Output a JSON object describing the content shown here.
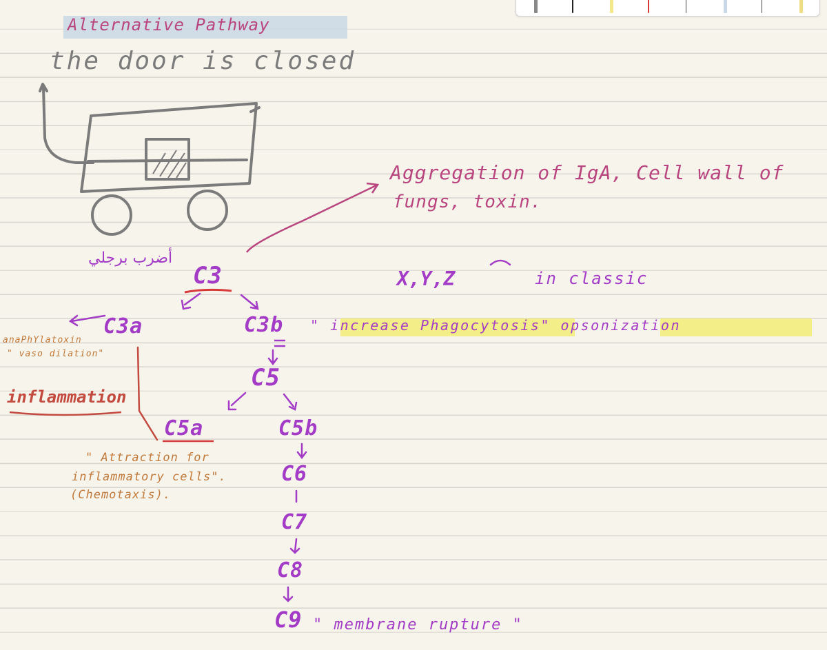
{
  "title": "Alternative Pathway",
  "subtitle": "the door is closed",
  "arabic_note": "أضرب برجلي",
  "aggregation_note_line1": "Aggregation of IgA, Cell wall of",
  "aggregation_note_line2": "fungs, toxin.",
  "classic_note_symbols": "X,Y,Z",
  "classic_note_text": "in classic",
  "phagocytosis_note": "\" increase Phagocytosis\" opsonization",
  "anaphylatoxin_note": "anaPhYlatoxin",
  "vasodilation_note": "\" vaso dilation\"",
  "inflammation_label": "inflammation",
  "attraction_line1": "\" Attraction for",
  "attraction_line2": "inflammatory cells\".",
  "attraction_line3": "(Chemotaxis).",
  "membrane_note": "\" membrane rupture \"",
  "nodes": {
    "c3": "C3",
    "c3a": "C3a",
    "c3b": "C3b",
    "c5": "C5",
    "c5a": "C5a",
    "c5b": "C5b",
    "c6": "C6",
    "c7": "C7",
    "c8": "C8",
    "c9": "C9"
  },
  "colors": {
    "title": "#b9457f",
    "title_highlight": "#c9d8e6",
    "highlight": "#f1ec6e",
    "purple_ink": "#a33bc6",
    "orange_ink": "#c27a3b",
    "red_ink": "#c24a3f",
    "gray_ink": "#7b7b7b",
    "pink_ink": "#b9457f"
  },
  "toolbar": {
    "swatches": [
      "#888888",
      "#222222",
      "#f4e98a",
      "#d83a3a",
      "#444444",
      "#c8d8e8",
      "#444444",
      "#f1dc86"
    ]
  }
}
